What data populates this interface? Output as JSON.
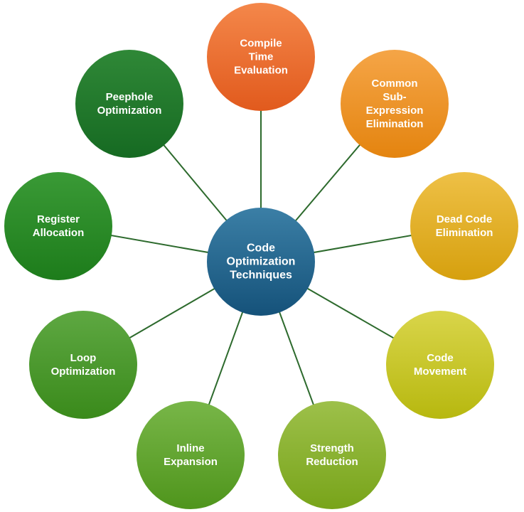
{
  "center": {
    "lines": [
      "Code",
      "Optimization",
      "Techniques"
    ],
    "color_top": "#3b7fa6",
    "color_bottom": "#15527a"
  },
  "nodes": [
    {
      "id": "compile-time-evaluation",
      "lines": [
        "Compile",
        "Time",
        "Evaluation"
      ],
      "color_top": "#f4874a",
      "color_bottom": "#e15a1d"
    },
    {
      "id": "common-sub-expression-elimination",
      "lines": [
        "Common",
        "Sub-",
        "Expression",
        "Elimination"
      ],
      "color_top": "#f5a547",
      "color_bottom": "#e4840f"
    },
    {
      "id": "dead-code-elimination",
      "lines": [
        "Dead Code",
        "Elimination"
      ],
      "color_top": "#eec046",
      "color_bottom": "#d6a00e"
    },
    {
      "id": "code-movement",
      "lines": [
        "Code",
        "Movement"
      ],
      "color_top": "#d9d54a",
      "color_bottom": "#b7b80f"
    },
    {
      "id": "strength-reduction",
      "lines": [
        "Strength",
        "Reduction"
      ],
      "color_top": "#9dc04a",
      "color_bottom": "#78a41a"
    },
    {
      "id": "inline-expansion",
      "lines": [
        "Inline",
        "Expansion"
      ],
      "color_top": "#78b648",
      "color_bottom": "#4f951c"
    },
    {
      "id": "loop-optimization",
      "lines": [
        "Loop",
        "Optimization"
      ],
      "color_top": "#5ea842",
      "color_bottom": "#3a8a1b"
    },
    {
      "id": "register-allocation",
      "lines": [
        "Register",
        "Allocation"
      ],
      "color_top": "#3a9a36",
      "color_bottom": "#1d7c1b"
    },
    {
      "id": "peephole-optimization",
      "lines": [
        "Peephole",
        "Optimization"
      ],
      "color_top": "#2f8837",
      "color_bottom": "#166a22"
    }
  ],
  "connector_color": "#2d6a2d"
}
